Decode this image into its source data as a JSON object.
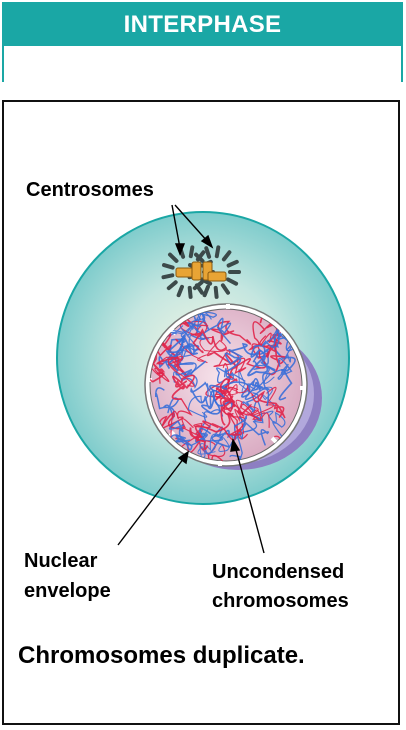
{
  "header": {
    "title": "INTERPHASE",
    "color": "#1aa7a5"
  },
  "labels": {
    "centrosomes": "Centrosomes",
    "nuclear_envelope_line1": "Nuclear",
    "nuclear_envelope_line2": "envelope",
    "uncondensed_line1": "Uncondensed",
    "uncondensed_line2": "chromosomes"
  },
  "caption": "Chromosomes duplicate.",
  "colors": {
    "cell_fill": "#9fd6d6",
    "cell_outline": "#1aa7a5",
    "nucleus_fill": "#e8c6d4",
    "chromatin_red": "#e0254a",
    "chromatin_blue": "#3a6fd8",
    "centriole": "#e8a435",
    "microtubule": "#3c4a4a"
  }
}
